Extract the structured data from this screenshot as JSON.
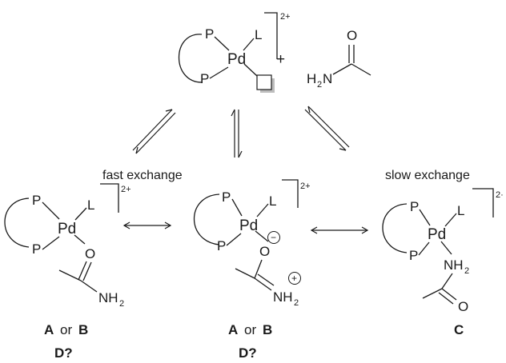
{
  "atoms": {
    "p": "P",
    "pd": "Pd",
    "l": "L",
    "o": "O",
    "h": "H",
    "n": "N",
    "nh": "NH"
  },
  "charges": {
    "two_plus": "2+",
    "two_cut": "2·",
    "plus": "+",
    "minus": "−",
    "circled_plus": "+"
  },
  "subscripts": {
    "two": "2"
  },
  "top": {
    "plus_sign": "+"
  },
  "exchange": {
    "fast": "fast exchange",
    "slow": "slow exchange"
  },
  "labels": {
    "a": "A",
    "or": "or",
    "b": "B",
    "c": "C",
    "d": "D?"
  }
}
